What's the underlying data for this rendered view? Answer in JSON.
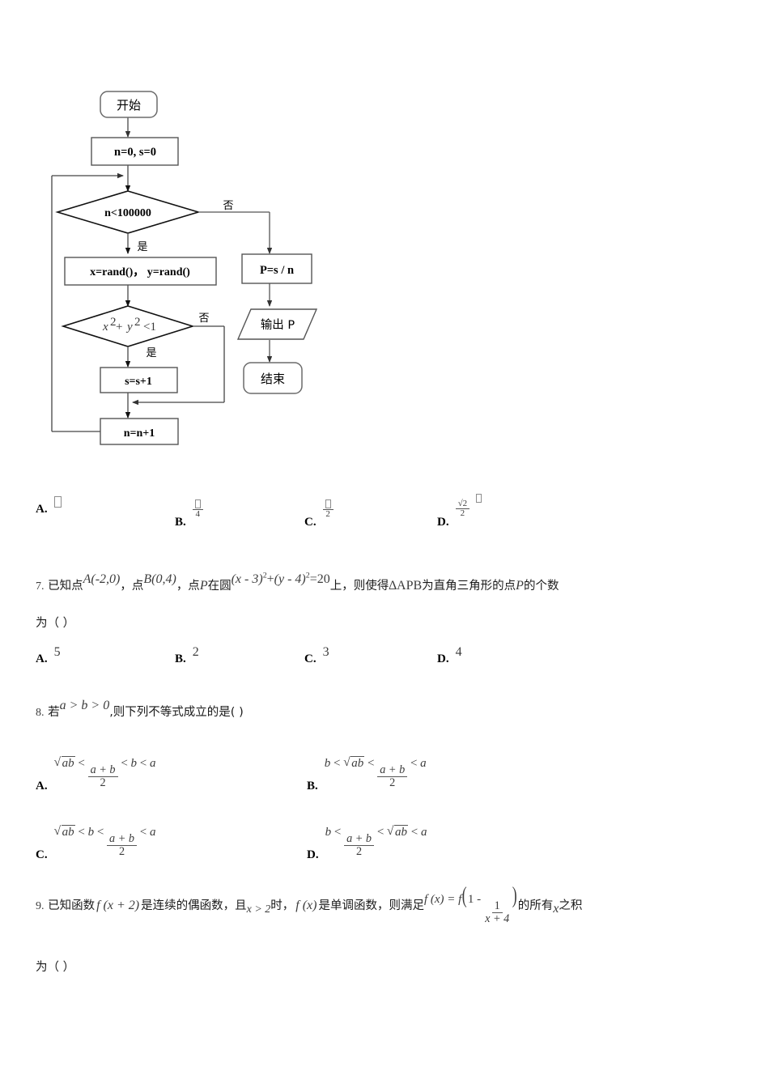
{
  "flowchart": {
    "name": "monte-carlo-pi-flowchart",
    "nodes": {
      "start": "开始",
      "init": "n=0, s=0",
      "cond_loop": "n<100000",
      "rand": "x=rand()，  y=rand()",
      "cond_circle_x": "x",
      "cond_circle_y": "y",
      "cond_circle_exp": "2",
      "cond_circle_tail": "<1",
      "cond_circle_plus": "+",
      "inc_s": "s=s+1",
      "inc_n": "n=n+1",
      "compute_p": "P=s / n",
      "output_p": "输出 P",
      "end": "结束"
    },
    "edge_labels": {
      "no1": "否",
      "yes1": "是",
      "no2": "否",
      "yes2": "是"
    }
  },
  "q6_options": {
    "a": {
      "label": "A.",
      "value_kind": "tofu"
    },
    "b": {
      "label": "B.",
      "numerator_kind": "tofu",
      "denominator": "4"
    },
    "c": {
      "label": "C.",
      "numerator_kind": "tofu",
      "denominator": "2"
    },
    "d": {
      "label": "D.",
      "numerator": "√2",
      "denominator": "2",
      "suffix_kind": "tofu"
    }
  },
  "q7": {
    "number": "7.",
    "text_1": "已知点",
    "point_a": "A(-2,0)",
    "text_2": "，点",
    "point_b": "B(0,4)",
    "text_3": "，点",
    "point_p": "P",
    "text_4": "在圆",
    "circle_lhs_x": "(x - 3)",
    "circle_lhs_plus": "+",
    "circle_lhs_y": "(y - 4)",
    "circle_exp": "2",
    "circle_rhs": "=20",
    "text_5": "上，则使得",
    "triangle": "∆APB",
    "text_6": "为直角三角形的点",
    "point_p2": "P",
    "text_7": "的个数",
    "text_8": "为（  ）",
    "options": [
      {
        "label": "A.",
        "value": "5"
      },
      {
        "label": "B.",
        "value": "2"
      },
      {
        "label": "C.",
        "value": "3"
      },
      {
        "label": "D.",
        "value": "4"
      }
    ]
  },
  "q8": {
    "number": "8.",
    "text_1": "若",
    "condition": "a > b > 0",
    "text_2": ",则下列不等式成立的是(   )",
    "options": [
      {
        "label": "A.",
        "parts": [
          "sqrt_ab",
          "lt",
          "frac_ab2",
          "lt",
          "b",
          "lt",
          "a"
        ],
        "display": "√(ab) < (a+b)/2 < b < a"
      },
      {
        "label": "B.",
        "parts": [
          "b",
          "lt",
          "sqrt_ab",
          "lt",
          "frac_ab2",
          "lt",
          "a"
        ],
        "display": "b < √(ab) < (a+b)/2 < a"
      },
      {
        "label": "C.",
        "parts": [
          "sqrt_ab",
          "lt",
          "b",
          "lt",
          "frac_ab2",
          "lt",
          "a"
        ],
        "display": "√(ab) < b < (a+b)/2 < a"
      },
      {
        "label": "D.",
        "parts": [
          "b",
          "lt",
          "frac_ab2",
          "lt",
          "sqrt_ab",
          "lt",
          "a"
        ],
        "display": "b < (a+b)/2 < √(ab) < a"
      }
    ],
    "symbols": {
      "lt": "<",
      "a": "a",
      "b": "b",
      "ab": "ab",
      "num_ab": "a + b",
      "den_2": "2"
    }
  },
  "q9": {
    "number": "9.",
    "text_1": "已知函数",
    "fx2": "f (x + 2)",
    "text_2": "是连续的偶函数，且",
    "cond_x": "x > 2",
    "text_3": "时，",
    "fx": "f (x)",
    "text_4": "是单调函数，则满足",
    "eq_lhs": "f (x) = f",
    "eq_inner_one": "1 -",
    "eq_inner_num": "1",
    "eq_inner_den": "x + 4",
    "text_5": "的所有",
    "var_x": "x",
    "text_6": "之积",
    "text_7": "为（   ）"
  }
}
